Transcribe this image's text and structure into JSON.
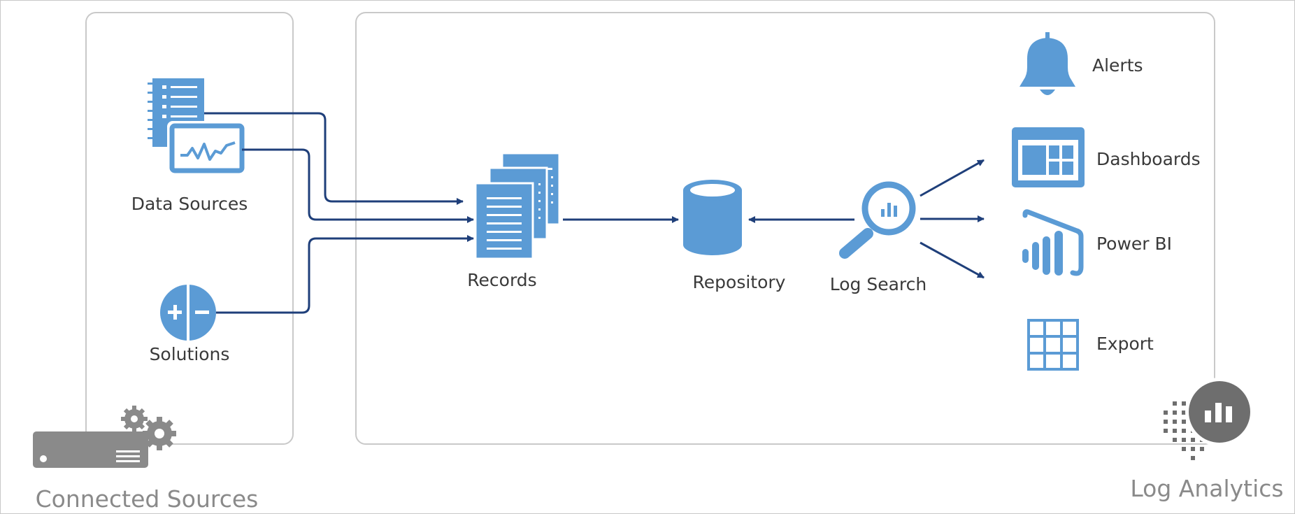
{
  "diagram": {
    "connected_sources": {
      "title": "Connected Sources",
      "data_sources_label": "Data Sources",
      "solutions_label": "Solutions"
    },
    "log_analytics": {
      "title": "Log Analytics",
      "records_label": "Records",
      "repository_label": "Repository",
      "log_search_label": "Log Search",
      "outputs": [
        {
          "label": "Alerts",
          "icon": "bell-icon"
        },
        {
          "label": "Dashboards",
          "icon": "dashboard-icon"
        },
        {
          "label": "Power BI",
          "icon": "power-bi-icon"
        },
        {
          "label": "Export",
          "icon": "export-grid-icon"
        }
      ]
    },
    "colors": {
      "icon_blue": "#5b9bd5",
      "arrow_navy": "#1f3f7a",
      "panel_border": "#c9c9c9",
      "logo_gray": "#6e6e6e"
    }
  }
}
